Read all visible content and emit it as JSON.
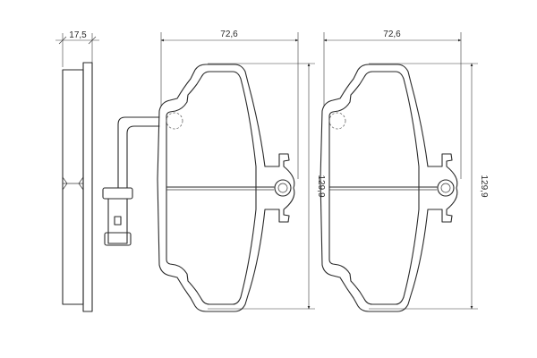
{
  "dimensions": {
    "thickness": "17,5",
    "width_left": "72,6",
    "width_right": "72,6",
    "height_left": "129,9",
    "height_right": "129,9"
  }
}
